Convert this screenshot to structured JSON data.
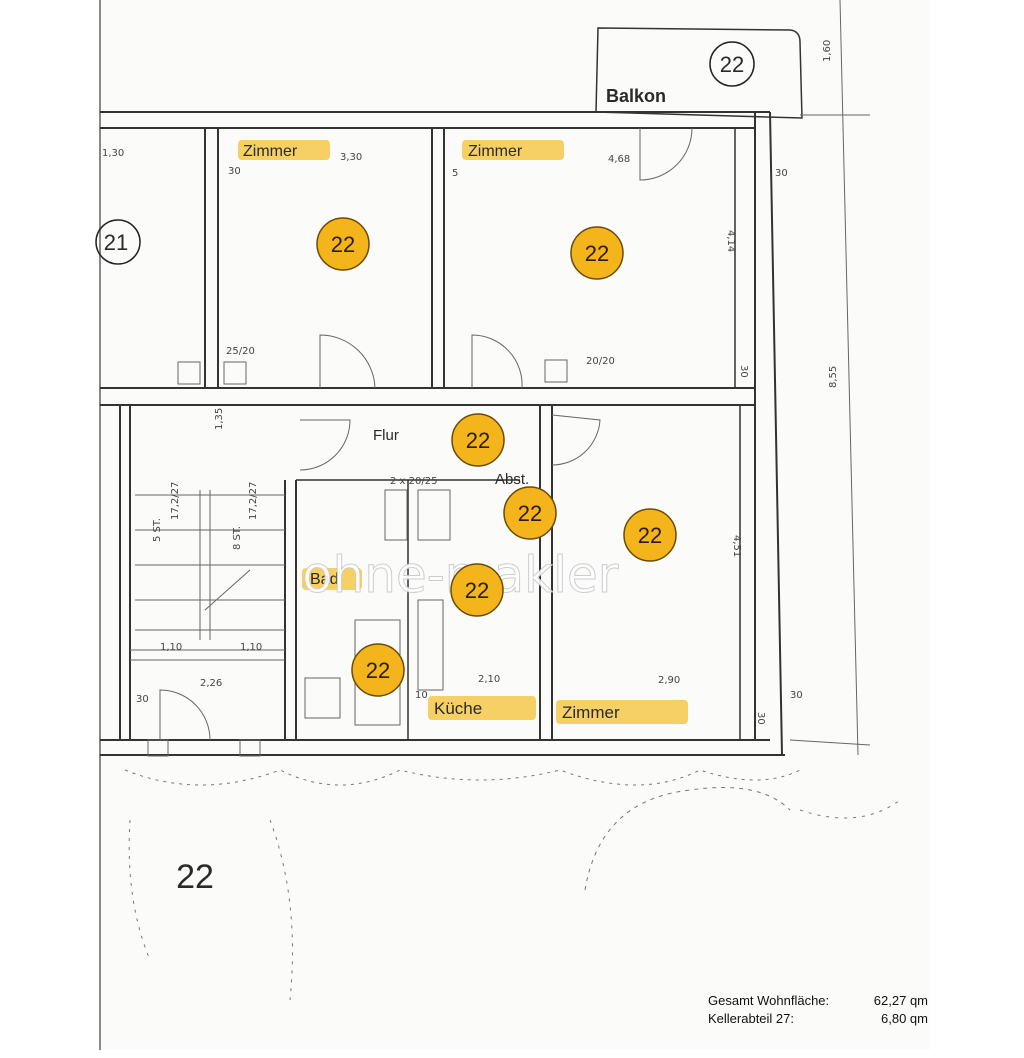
{
  "plan": {
    "balcony": {
      "label": "Balkon",
      "unit": "22"
    },
    "unit_left": "21",
    "unit_bottom": "22",
    "rooms": {
      "zimmer_1": "Zimmer",
      "zimmer_2": "Zimmer",
      "zimmer_3": "Zimmer",
      "flur": "Flur",
      "abstell": "Abst.",
      "bad": "Bad",
      "kueche": "Küche"
    },
    "badges": [
      "22",
      "22",
      "22",
      "22",
      "22",
      "22",
      "22"
    ],
    "dimensions": {
      "d_1_30_left": "1,30",
      "d_3_30": "3,30",
      "d_4_68": "4,68",
      "d_30_a": "30",
      "d_5": "5",
      "d_30_b": "30",
      "d_4_14": "4,14",
      "d_25_20": "25/20",
      "d_20_20": "20/20",
      "d_30_c": "30",
      "d_8_55": "8,55",
      "d_1_60": "1,60",
      "d_1_35": "1,35",
      "d_2x20_25": "2 x 20/25",
      "d_5st": "5 ST.",
      "d_172_27_a": "17,2/27",
      "d_8st": "8 ST.",
      "d_172_27_b": "17,2/27",
      "d_4_51": "4,51",
      "d_1_10_a": "1,10",
      "d_1_10_b": "1,10",
      "d_2_26": "2,26",
      "d_30_d": "30",
      "d_2_10": "2,10",
      "d_2_90": "2,90",
      "d_30_e": "30",
      "d_30_f": "30",
      "d_10": "10"
    },
    "watermark": "ohne-makler"
  },
  "summary": {
    "total_label": "Gesamt Wohnfläche:",
    "total_value": "62,27 qm",
    "cellar_label": "Kellerabteil 27:",
    "cellar_value": "6,80 qm"
  }
}
